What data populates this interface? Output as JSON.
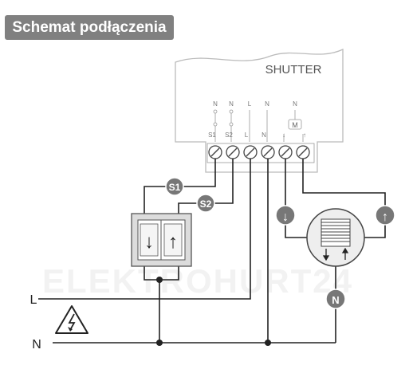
{
  "header": {
    "title": "Schemat podłączenia"
  },
  "module": {
    "name": "SHUTTER",
    "pin_top_labels": [
      "N",
      "N",
      "L",
      "N",
      "",
      "N"
    ],
    "pin_labels": [
      "S1",
      "S2",
      "L",
      "N",
      "↓",
      "↑"
    ],
    "motor_symbol": "M"
  },
  "switch": {
    "down_arrow": "↓",
    "up_arrow": "↑"
  },
  "wire_labels": {
    "s1": "S1",
    "s2": "S2"
  },
  "motor_terminals": {
    "down": "↓",
    "up": "↑",
    "neutral": "N"
  },
  "lines": {
    "live": "L",
    "neutral": "N"
  },
  "watermark": "ELEKTROHURT24",
  "colors": {
    "wire": "#222222",
    "badge": "#808080",
    "module_border": "#bbbbbb",
    "terminal_fill": "#777777"
  }
}
